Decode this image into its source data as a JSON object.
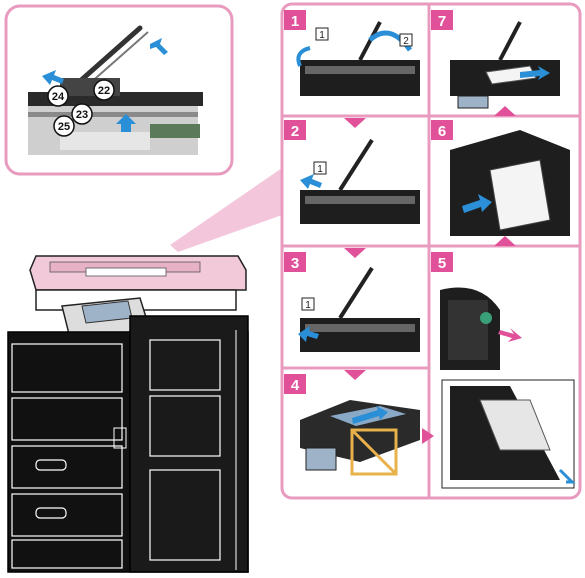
{
  "colors": {
    "frame": "#e89bbe",
    "frame_dark": "#d96aa0",
    "arrow_pink": "#e0519a",
    "arrow_blue": "#2a8fd6",
    "device_pink": "#f2c9d9",
    "device_black": "#111111",
    "stamp_orange": "#e8b24a"
  },
  "callout": {
    "labels": [
      "22",
      "23",
      "24",
      "25"
    ]
  },
  "steps": [
    {
      "num": "1",
      "sublabels": [
        "1",
        "2"
      ]
    },
    {
      "num": "2",
      "sublabels": [
        "1"
      ]
    },
    {
      "num": "3",
      "sublabels": [
        "1"
      ]
    },
    {
      "num": "4",
      "sublabels": []
    },
    {
      "num": "5",
      "sublabels": []
    },
    {
      "num": "6",
      "sublabels": []
    },
    {
      "num": "7",
      "sublabels": []
    }
  ],
  "icons": [
    "blue-arrow-icon",
    "pink-triangle-icon",
    "no-stamp-icon"
  ]
}
